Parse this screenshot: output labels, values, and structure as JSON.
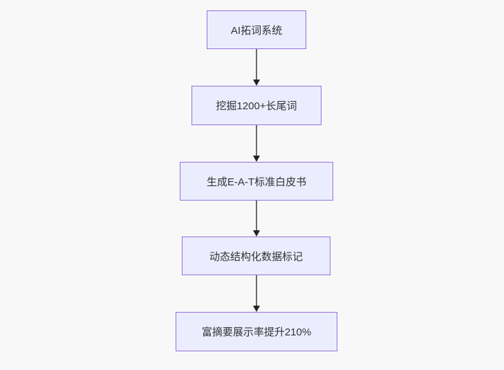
{
  "diagram": {
    "kind": "flowchart",
    "direction": "top-down",
    "nodes": [
      {
        "id": "step-1",
        "label": "AI拓词系统"
      },
      {
        "id": "step-2",
        "label": "挖掘1200+长尾词"
      },
      {
        "id": "step-3",
        "label": "生成E-A-T标准白皮书"
      },
      {
        "id": "step-4",
        "label": "动态结构化数据标记"
      },
      {
        "id": "step-5",
        "label": "富摘要展示率提升210%"
      }
    ],
    "edges": [
      {
        "from": "step-1",
        "to": "step-2",
        "arrow": "down"
      },
      {
        "from": "step-2",
        "to": "step-3",
        "arrow": "down"
      },
      {
        "from": "step-3",
        "to": "step-4",
        "arrow": "down"
      },
      {
        "from": "step-4",
        "to": "step-5",
        "arrow": "down"
      }
    ],
    "colors": {
      "background": "#f8f8f8",
      "node_fill": "#ececff",
      "node_border": "#9370db",
      "text": "#333333",
      "edge_line": "#6b6b6b",
      "edge_arrow": "#222222"
    }
  }
}
